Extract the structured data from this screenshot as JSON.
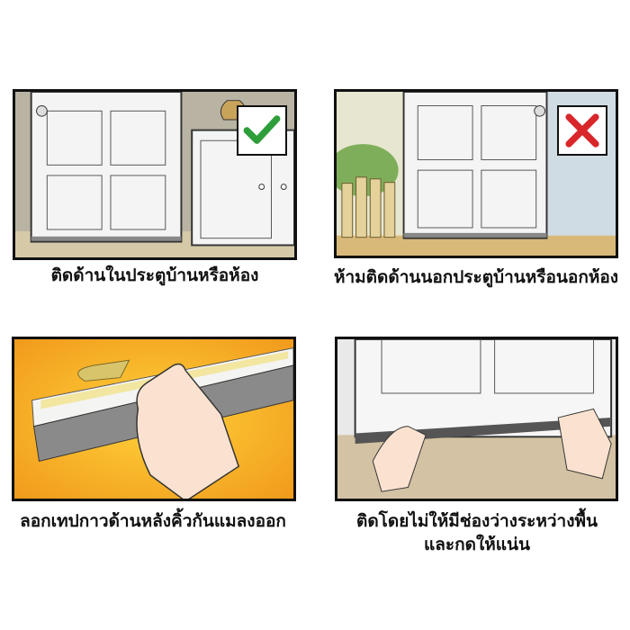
{
  "steps": [
    {
      "caption": "ติดด้านในประตูบ้านหรือห้อง",
      "mark": "check-icon",
      "mark_color": "#2e9e3a"
    },
    {
      "caption": "ห้ามติดด้านนอกประตูบ้านหรือนอกห้อง",
      "mark": "cross-icon",
      "mark_color": "#d8262a"
    },
    {
      "caption": "ลอกเทปกาวด้านหลังคิ้วกันแมลงออก"
    },
    {
      "caption_line1": "ติดโดยไม่ให้มีช่องว่างระหว่างพื้น",
      "caption_line2": "และกดให้แน่น"
    }
  ]
}
